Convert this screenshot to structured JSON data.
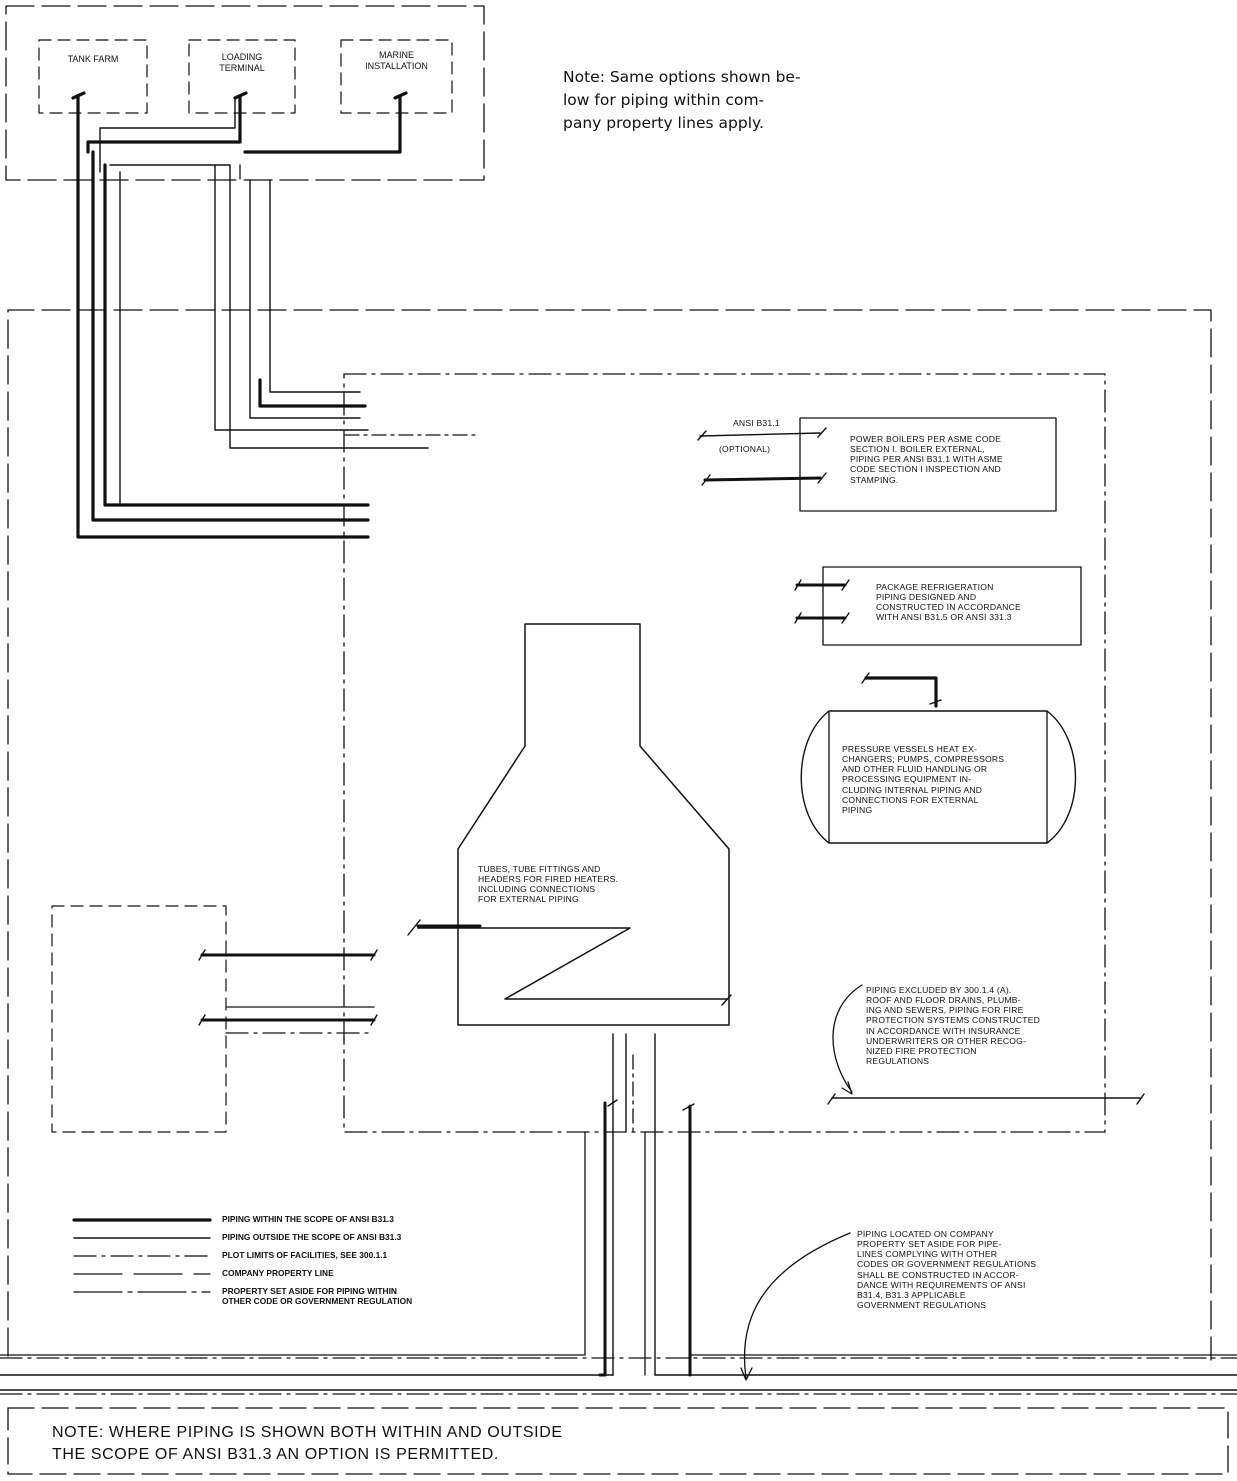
{
  "top_boxes": {
    "tank_farm": "TANK FARM",
    "loading_terminal": "LOADING\nTERMINAL",
    "marine_installation": "MARINE\nINSTALLATION"
  },
  "notes": {
    "top": "Note: Same options shown be-\nlow for piping within com-\npany property lines apply.",
    "bottom": "NOTE:  WHERE PIPING IS SHOWN BOTH WITHIN AND OUTSIDE\n           THE SCOPE OF ANSI B31.3 AN OPTION IS PERMITTED."
  },
  "labels": {
    "ansi_b311": "ANSI B31.1",
    "optional": "(OPTIONAL)",
    "power_boilers": "POWER BOILERS PER ASME CODE\nSECTION I. BOILER EXTERNAL,\nPIPING PER ANSI B31.1 WITH ASME\nCODE SECTION I INSPECTION AND\nSTAMPING.",
    "refrigeration": "PACKAGE REFRIGERATION\nPIPING DESIGNED AND\nCONSTRUCTED IN ACCORDANCE\nWITH ANSI B31.5 OR ANSI 331.3",
    "pressure_vessels": "PRESSURE VESSELS HEAT EX-\nCHANGERS; PUMPS, COMPRESSORS\nAND OTHER FLUID HANDLING OR\nPROCESSING EQUIPMENT IN-\nCLUDING INTERNAL PIPING AND\nCONNECTIONS FOR EXTERNAL\nPIPING",
    "fired_heaters": "TUBES, TUBE FITTINGS AND\nHEADERS FOR FIRED HEATERS.\nINCLUDING CONNECTIONS\nFOR EXTERNAL PIPING",
    "excluded": "PIPING EXCLUDED BY 300.1.4 (a).\nROOF AND FLOOR DRAINS, PLUMB-\nING AND SEWERS, PIPING FOR FIRE\nPROTECTION SYSTEMS CONSTRUCTED\nIN ACCORDANCE WITH INSURANCE\nUNDERWRITERS OR OTHER RECOG-\nNIZED FIRE PROTECTION\nREGULATIONS",
    "company_property": "PIPING LOCATED ON COMPANY\nPROPERTY SET ASIDE FOR PIPE-\nLINES COMPLYING WITH OTHER\nCODES OR GOVERNMENT REGULATIONS\nSHALL BE CONSTRUCTED IN ACCOR-\nDANCE WITH REQUIREMENTS OF ANSI\nB31.4, B31.3 APPLICABLE\nGOVERNMENT REGULATIONS"
  },
  "legend": [
    "PIPING WITHIN THE SCOPE OF ANSI B31.3",
    "PIPING OUTSIDE THE SCOPE OF ANSI B31.3",
    "PLOT LIMITS OF FACILITIES, SEE 300.1.1",
    "COMPANY PROPERTY LINE",
    "PROPERTY SET ASIDE FOR PIPING WITHIN\nOTHER CODE OR GOVERNMENT REGULATION"
  ],
  "colors": {
    "ink": "#111111",
    "background": "#ffffff"
  }
}
